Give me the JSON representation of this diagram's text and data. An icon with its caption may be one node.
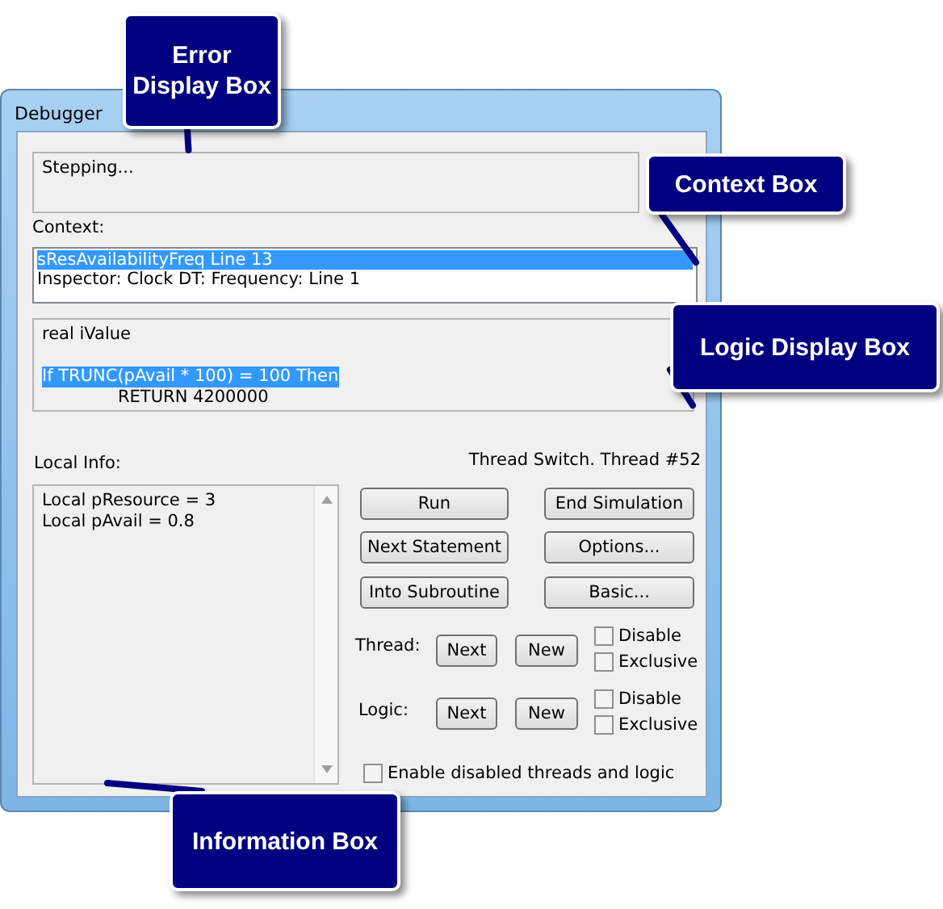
{
  "diagram": {
    "nodes": [
      {
        "text": [
          "Debugger"
        ]
      },
      {
        "text": [
          "Stepping..."
        ],
        "in": 0
      },
      {
        "text": [
          "sResAvailabilityFreq Line 13",
          "Inspector: Clock DT: Frequency: Line 1"
        ],
        "in": 0
      },
      {
        "text": [
          "real iValue",
          "If TRUNC(pAvail * 100) = 100 Then",
          "RETURN 4200000"
        ],
        "in": 0
      },
      {
        "text": [
          "Local pResource = 3",
          "Local pAvail = 0.8"
        ],
        "in": 0
      },
      {
        "text": [
          "Run"
        ],
        "in": 0
      },
      {
        "text": [
          "End Simulation"
        ],
        "in": 0
      },
      {
        "text": [
          "Next Statement"
        ],
        "in": 0
      },
      {
        "text": [
          "Options..."
        ],
        "in": 0
      },
      {
        "text": [
          "Into Subroutine"
        ],
        "in": 0
      },
      {
        "text": [
          "Basic..."
        ],
        "in": 0
      },
      {
        "text": [
          "Next"
        ],
        "in": 0
      },
      {
        "text": [
          "New"
        ],
        "in": 0
      },
      {
        "text": [
          "Next"
        ],
        "in": 0
      },
      {
        "text": [
          "New"
        ],
        "in": 0
      },
      {
        "text": [
          "Error Display Box"
        ]
      },
      {
        "text": [
          "Context Box"
        ]
      },
      {
        "text": [
          "Logic Display Box"
        ]
      },
      {
        "text": [
          "Information Box"
        ]
      }
    ],
    "edges": [
      {
        "from": 15,
        "to": 1,
        "arrow": "none"
      },
      {
        "from": 16,
        "to": 2,
        "arrow": "none"
      },
      {
        "from": 17,
        "to": 3,
        "arrow": "none"
      },
      {
        "from": 18,
        "to": 4,
        "arrow": "none"
      }
    ],
    "labels": [
      "Context:",
      "Local Info:",
      "Thread Switch. Thread #52",
      "Thread:",
      "Disable",
      "Exclusive",
      "Logic:",
      "Disable",
      "Exclusive",
      "Enable disabled threads and logic"
    ]
  }
}
